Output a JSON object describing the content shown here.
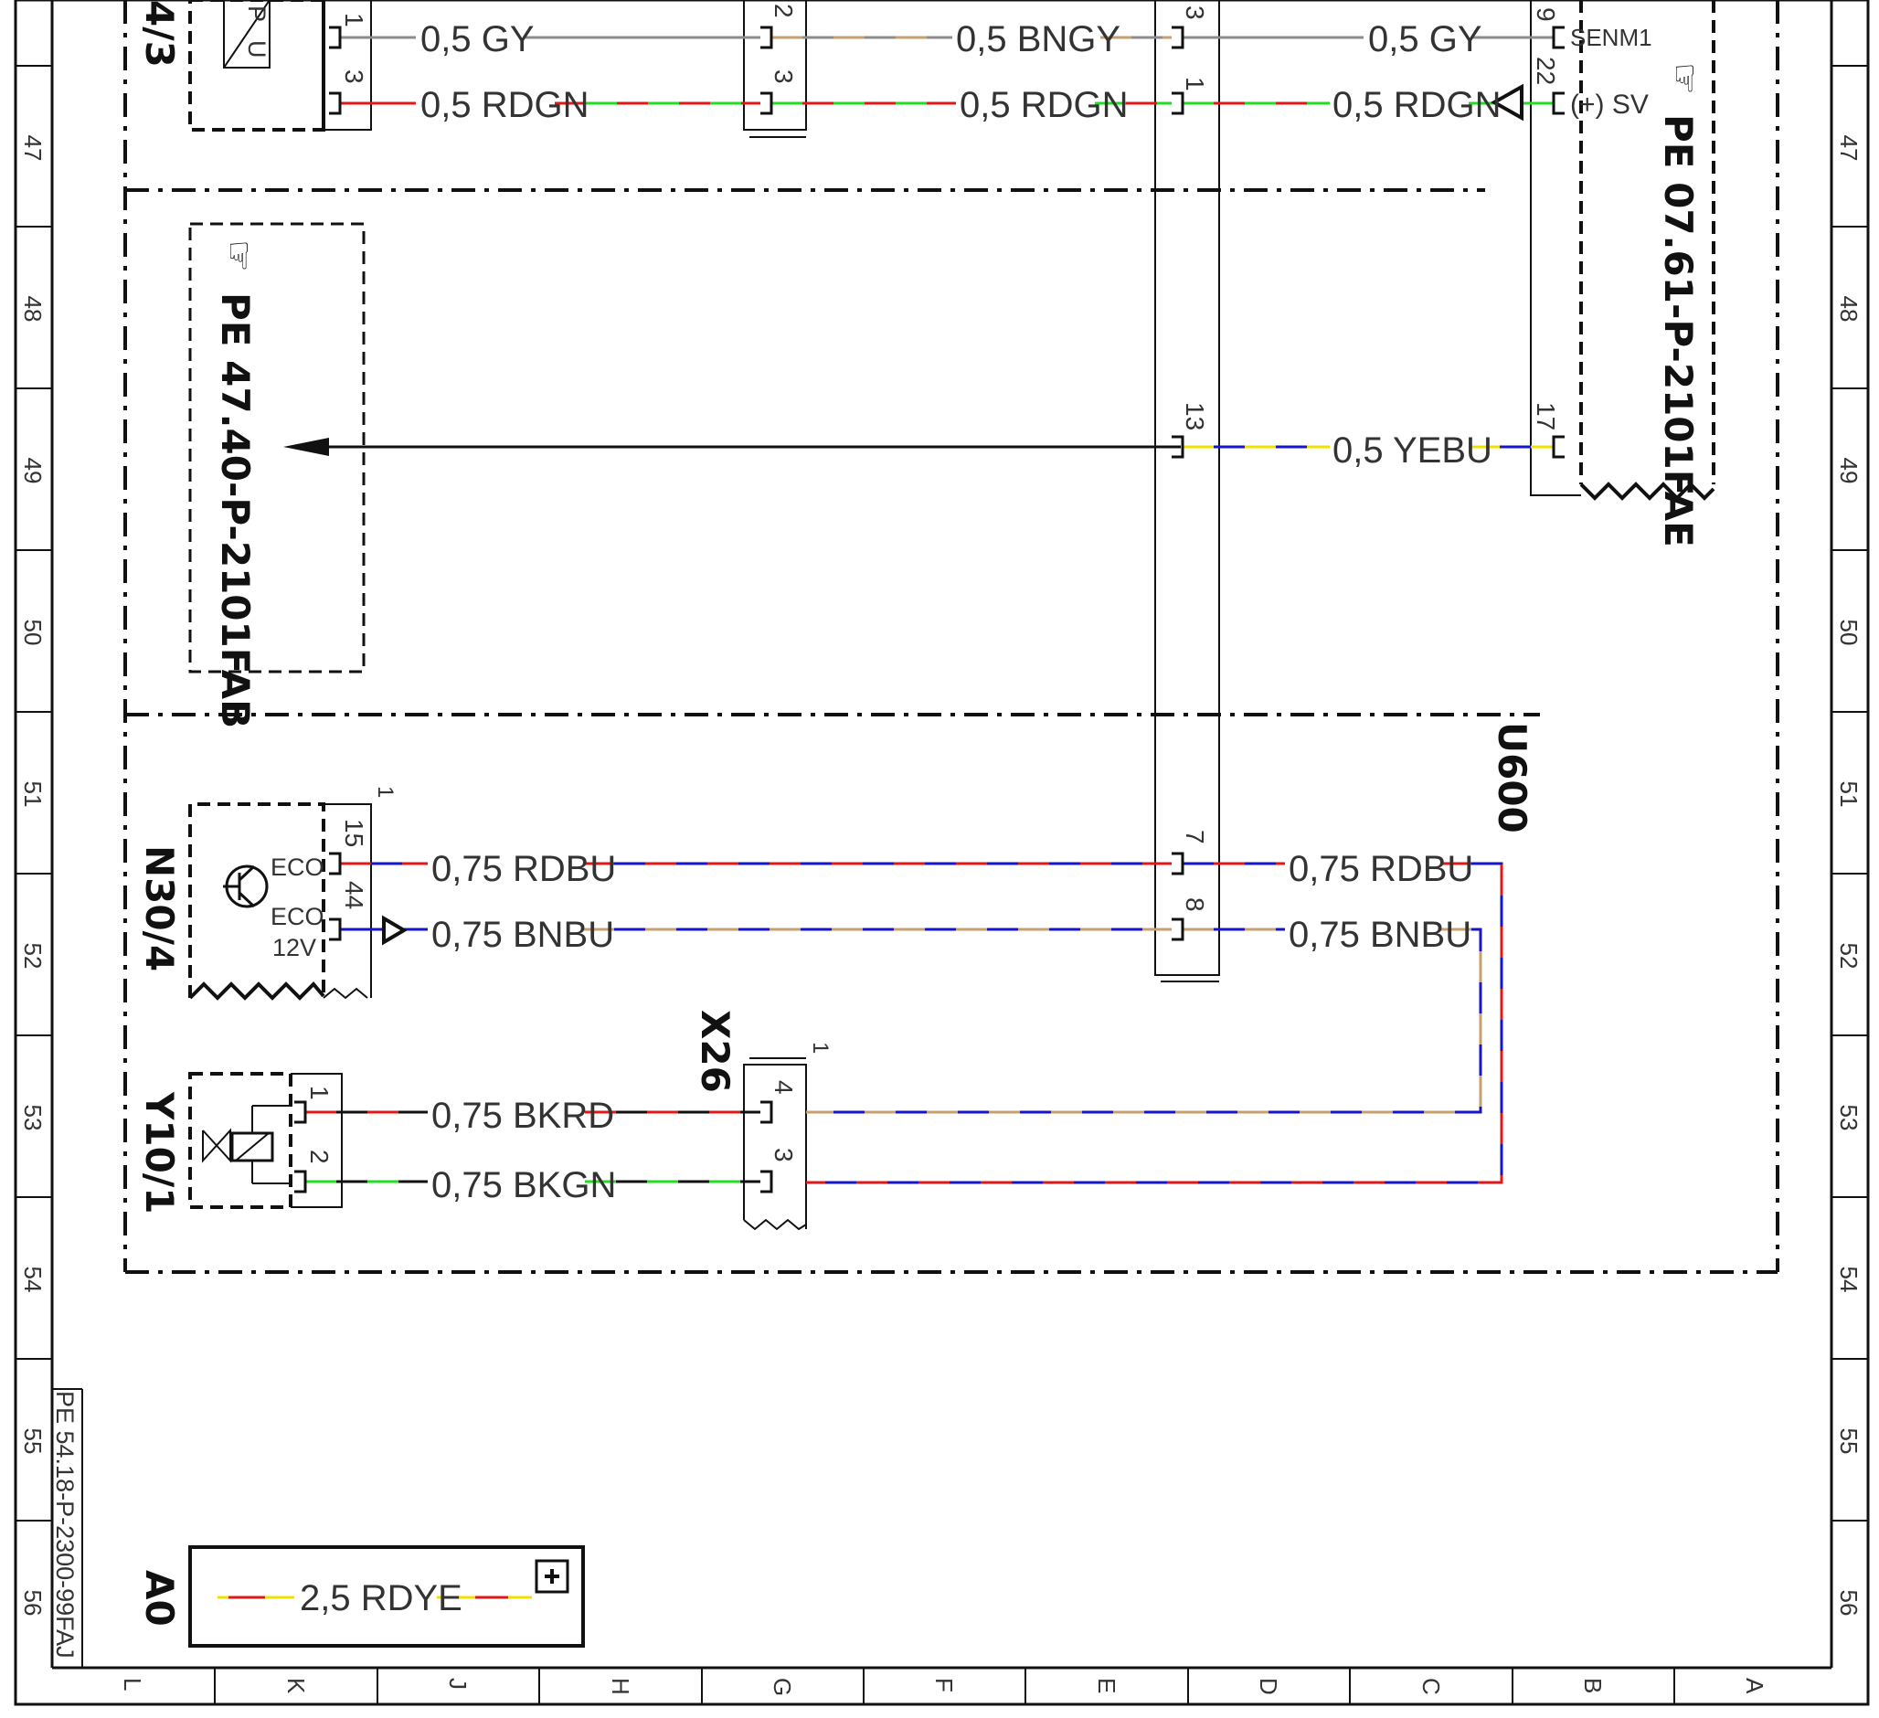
{
  "colors": {
    "gray": "#8c8c8c",
    "red": "#e01818",
    "green": "#22dd22",
    "brown": "#c8a070",
    "blue": "#1515cc",
    "yellow": "#f0e000",
    "black": "#111111"
  },
  "grid": {
    "rows": [
      "47",
      "48",
      "49",
      "50",
      "51",
      "52",
      "53",
      "54",
      "55",
      "56"
    ],
    "columns": [
      "L",
      "K",
      "J",
      "H",
      "G",
      "F",
      "E",
      "D",
      "C",
      "B",
      "A"
    ]
  },
  "sheet_ref": "PE 54.18-P-2300-99FAJ",
  "components": {
    "top_left": "4/3",
    "n30": "N30/4",
    "y10": "Y10/1",
    "x26": "X26",
    "u600": "U600",
    "a0": "A0"
  },
  "refs": {
    "right": "PE 07.61-P-2101FAE",
    "left": "PE 47.40-P-2101FAB"
  },
  "pins": {
    "c1_1": "1",
    "c1_3": "3",
    "c2_2": "2",
    "c2_3": "3",
    "c3_3": "3",
    "c3_1": "1",
    "c3_13": "13",
    "c3_7": "7",
    "c3_8": "8",
    "c4_9": "9",
    "c4_22": "22",
    "c4_17": "17",
    "n30_15": "15",
    "n30_44": "44",
    "n30_idx": "1",
    "y10_1": "1",
    "y10_2": "2",
    "x26_4": "4",
    "x26_3": "3",
    "x26_idx": "1"
  },
  "signals": {
    "senm1": "SENM1",
    "sv": "(+) SV",
    "eco1": "ECO",
    "eco2": "ECO",
    "v12": "12V",
    "pu_p": "P",
    "pu_u": "U"
  },
  "wires": {
    "w1": "0,5  GY",
    "w2": "0,5  BNGY",
    "w3": "0,5  GY",
    "w4": "0,5  RDGN",
    "w5": "0,5  RDGN",
    "w6": "0,5  RDGN",
    "w7": "0,5  YEBU",
    "w8": "0,75  RDBU",
    "w9": "0,75  RDBU",
    "w10": "0,75  BNBU",
    "w11": "0,75  BNBU",
    "w12": "0,75  BKRD",
    "w13": "0,75  BKGN",
    "a0": "2,5  RDYE"
  }
}
